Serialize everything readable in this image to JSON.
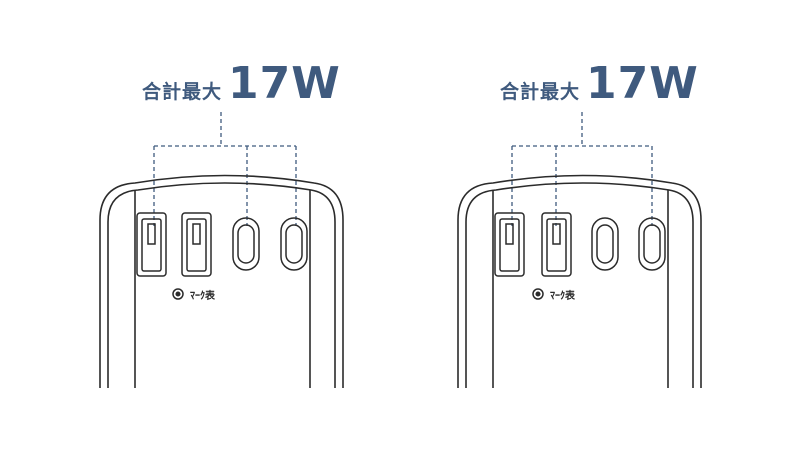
{
  "panels": [
    {
      "label_prefix": "合計最大",
      "label_value": "17W",
      "indicator_label": "ﾏｰｸ表"
    },
    {
      "label_prefix": "合計最大",
      "label_value": "17W",
      "indicator_label": "ﾏｰｸ表"
    }
  ],
  "colors": {
    "accent": "#3f5a7e",
    "outline": "#2b2b2b"
  },
  "icons": [
    "usb-a-port-icon",
    "usb-c-port-icon",
    "indicator-circle-icon"
  ]
}
